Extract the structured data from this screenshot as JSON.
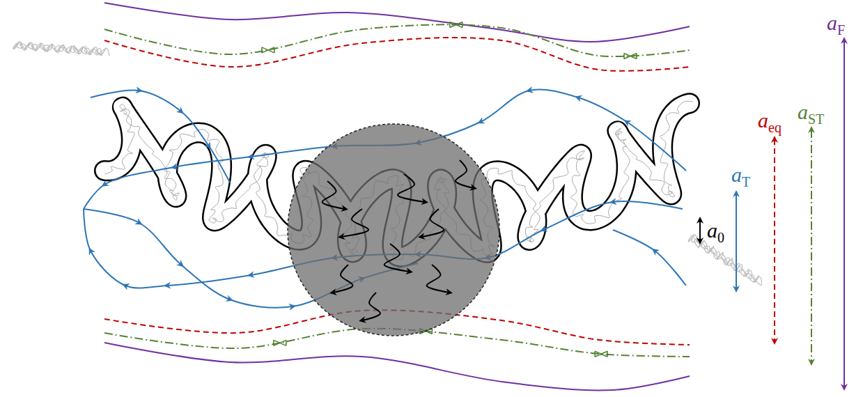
{
  "diagram": {
    "labels": [
      "a0",
      "aT",
      "aeq",
      "aST",
      "aF"
    ]
  }
}
